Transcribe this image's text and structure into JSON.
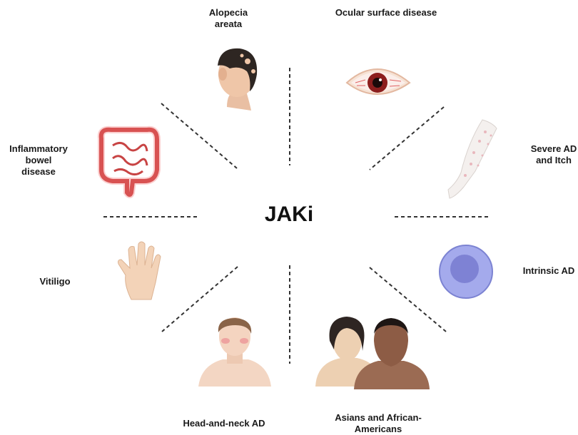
{
  "center_label": "JAKi",
  "indications": [
    {
      "id": "alopecia",
      "label": "Alopecia\nareata",
      "icon": "head-with-hair-patches-icon"
    },
    {
      "id": "ocular",
      "label": "Ocular surface disease",
      "icon": "red-eye-icon"
    },
    {
      "id": "severe-ad",
      "label": "Severe AD\nand Itch",
      "icon": "arm-with-rash-icon"
    },
    {
      "id": "intrinsic-ad",
      "label": "Intrinsic AD",
      "icon": "cell-icon"
    },
    {
      "id": "ethnic",
      "label": "Asians and African-\nAmericans",
      "icon": "two-people-icon"
    },
    {
      "id": "head-neck",
      "label": "Head-and-neck AD",
      "icon": "face-with-rash-icon"
    },
    {
      "id": "vitiligo",
      "label": "Vitiligo",
      "icon": "hand-icon"
    },
    {
      "id": "ibd",
      "label": "Inflammatory\nbowel\ndisease",
      "icon": "intestine-icon"
    }
  ],
  "colors": {
    "line": "#333333",
    "skin_light": "#f2d3bc",
    "skin_dark": "#8a5a44",
    "inflamed": "#e05a5a",
    "cell_outer": "#9aa0e6",
    "cell_inner": "#7b7fd6"
  }
}
